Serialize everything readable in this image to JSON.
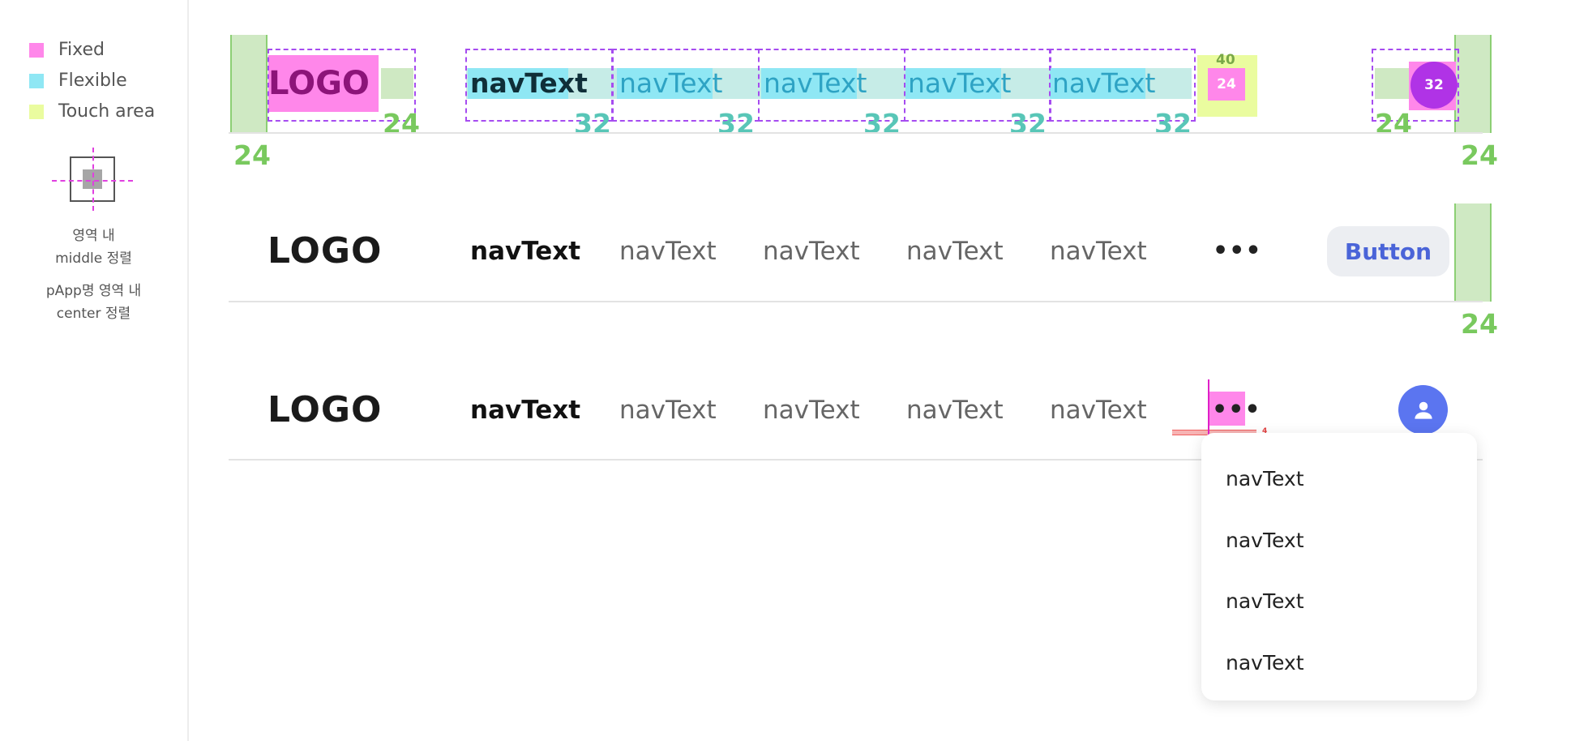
{
  "legend": {
    "items": [
      {
        "label": "Fixed",
        "color": "#ff87ea"
      },
      {
        "label": "Flexible",
        "color": "#8fe7f4"
      },
      {
        "label": "Touch area",
        "color": "#eafc9f"
      }
    ],
    "note_middle": [
      "영역 내",
      "middle 정렬"
    ],
    "note_center": [
      "pApp명 영역 내",
      "center 정렬"
    ]
  },
  "spec": {
    "logo": "LOGO",
    "nav_first": "navText",
    "nav_items": [
      "navText",
      "navText",
      "navText",
      "navText"
    ],
    "margin_left": "24",
    "margin_right": "24",
    "logo_gap": "24",
    "nav_gaps": [
      "32",
      "32",
      "32",
      "32",
      "32"
    ],
    "more_size": "24",
    "more_touch": "40",
    "avatar_gap": "24",
    "avatar_size": "32"
  },
  "header_button": {
    "logo": "LOGO",
    "nav_active": "navText",
    "nav_items": [
      "navText",
      "navText",
      "navText",
      "navText"
    ],
    "more": "•••",
    "button_label": "Button",
    "margin_right": "24"
  },
  "header_avatar": {
    "logo": "LOGO",
    "nav_active": "navText",
    "nav_items": [
      "navText",
      "navText",
      "navText",
      "navText"
    ],
    "more": "•••",
    "offset": "4",
    "dropdown_items": [
      "navText",
      "navText",
      "navText",
      "navText"
    ]
  }
}
